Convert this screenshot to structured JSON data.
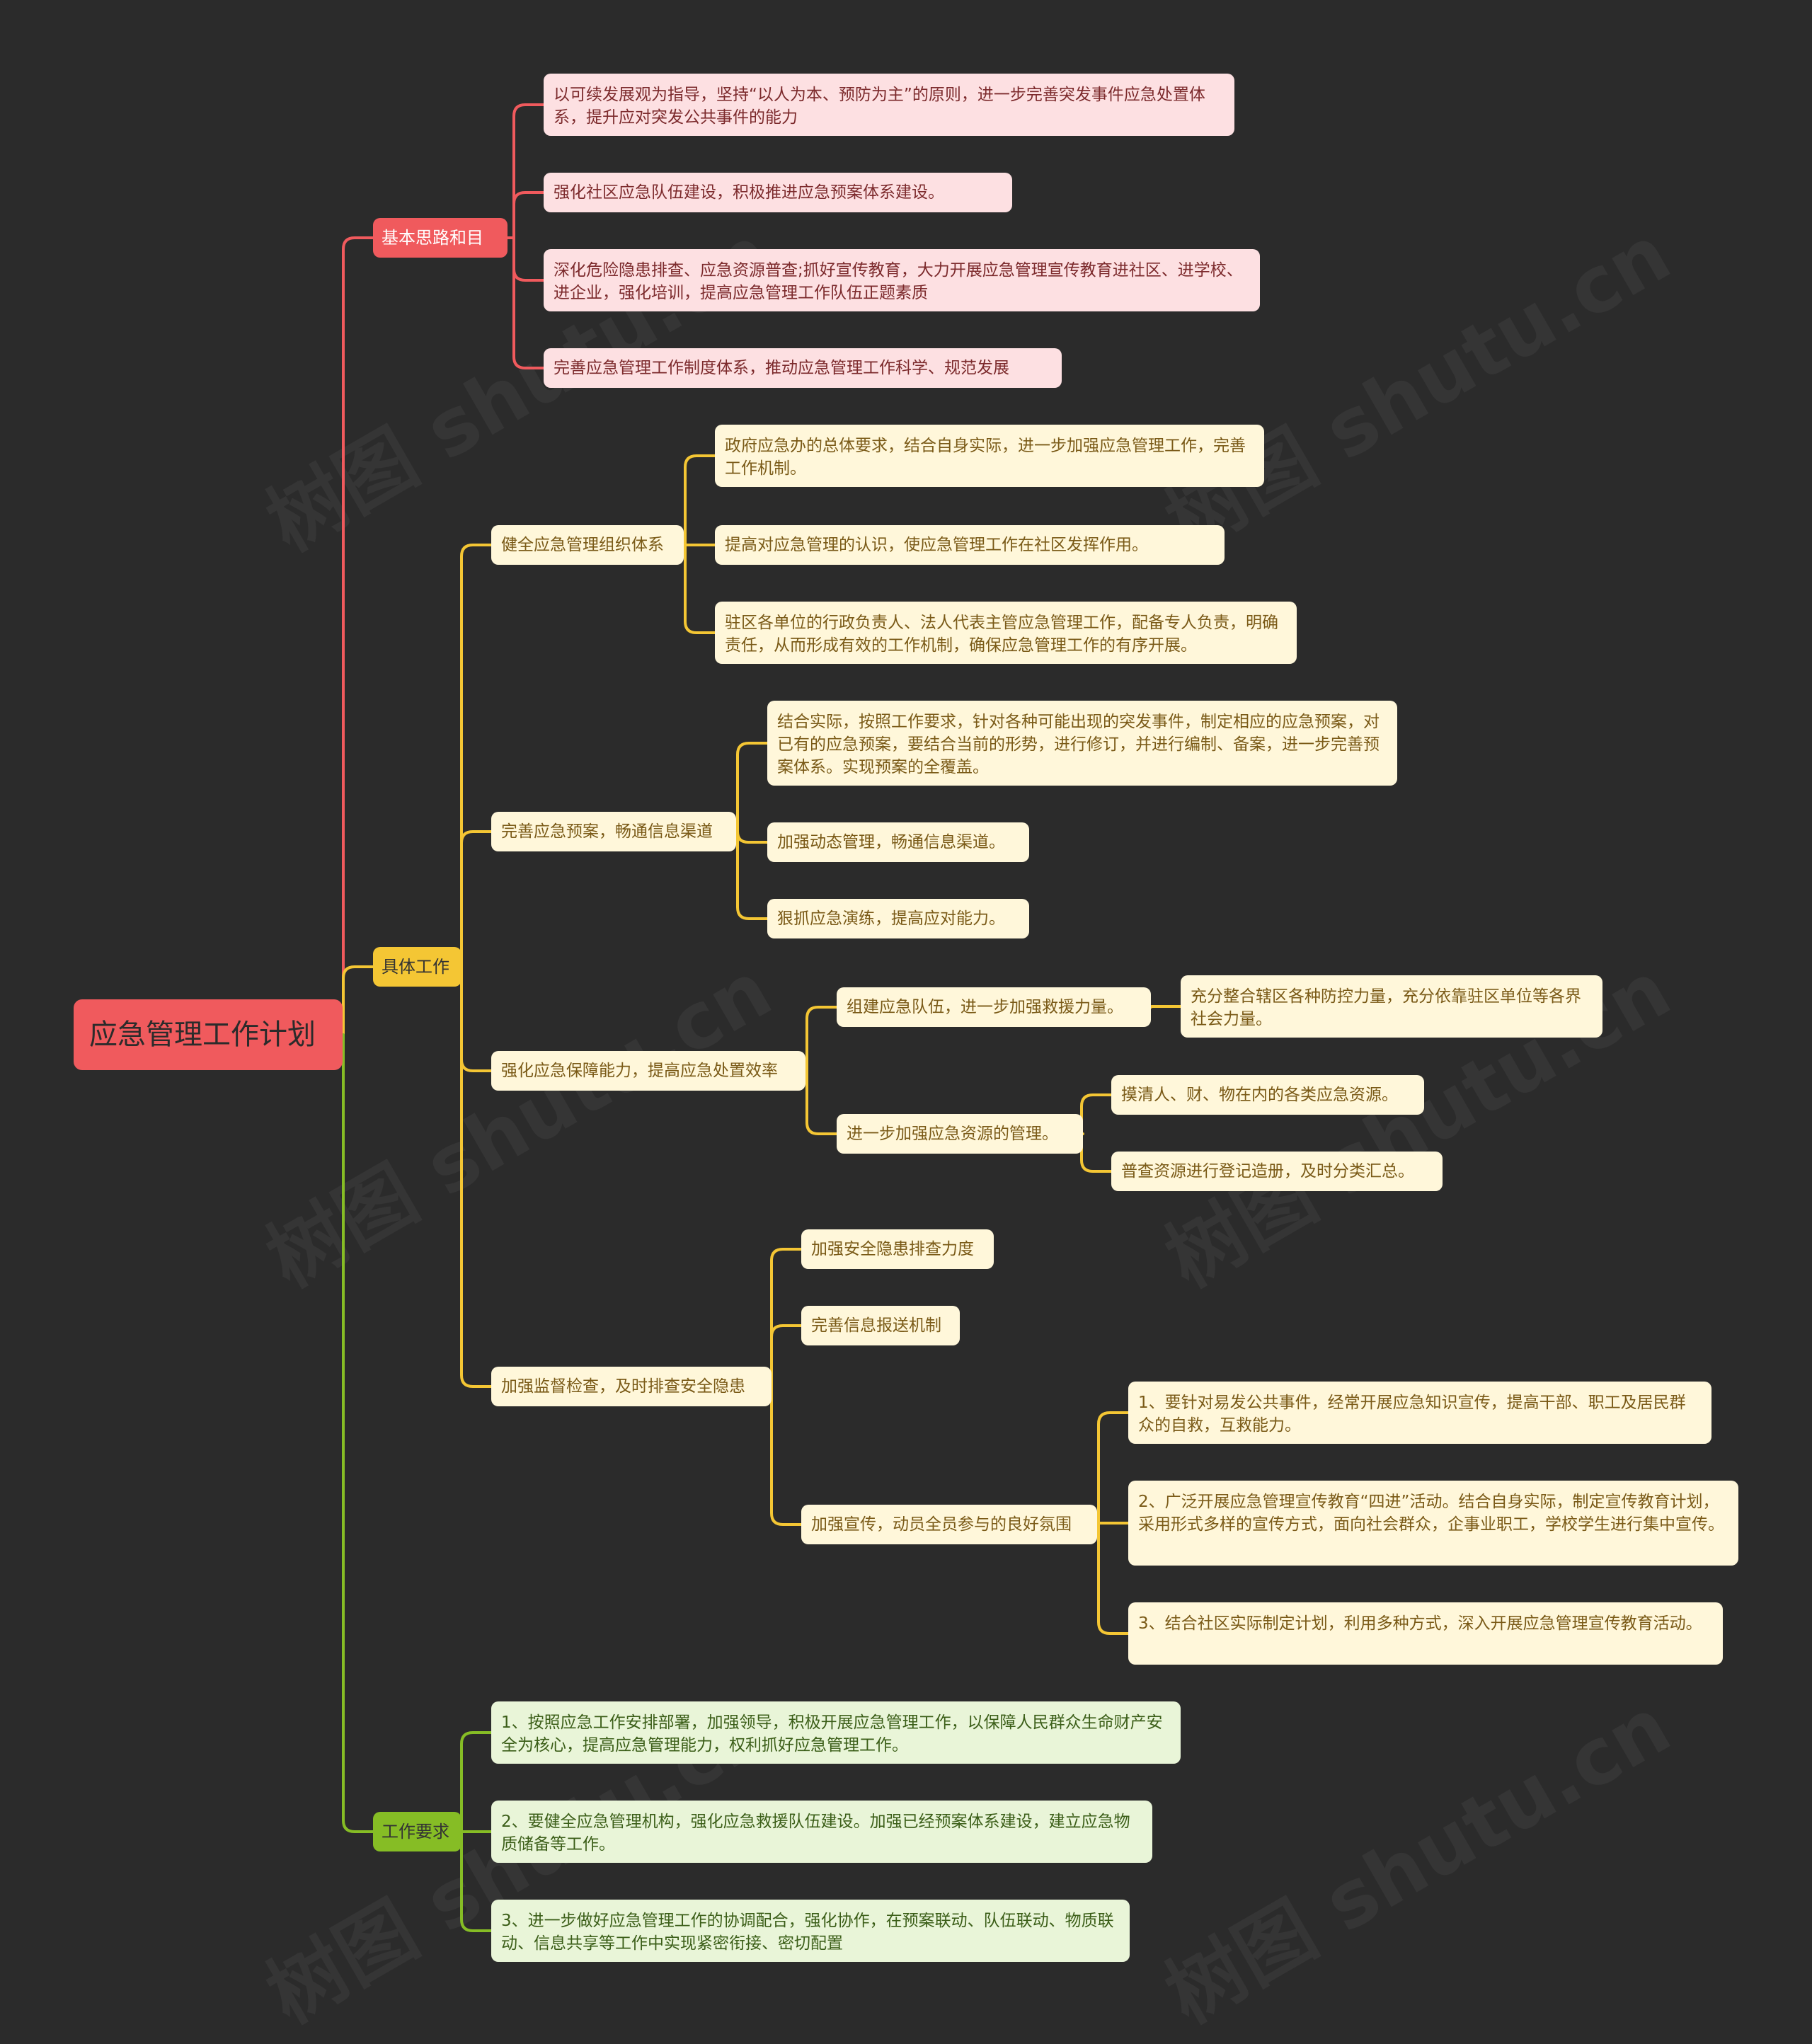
{
  "root": {
    "title": "应急管理工作计划"
  },
  "watermark": "树图 shutu.cn",
  "colors": {
    "background": "#2b2b2b",
    "red": "#f05a5d",
    "yellow": "#f4c634",
    "green": "#86bd25"
  },
  "branch1": {
    "label": "基本思路和目标",
    "items": [
      "以可续发展观为指导，坚持“以人为本、预防为主”的原则，进一步完善突发事件应急处置体系，提升应对突发公共事件的能力",
      "强化社区应急队伍建设，积极推进应急预案体系建设。",
      "深化危险隐患排查、应急资源普查;抓好宣传教育，大力开展应急管理宣传教育进社区、进学校、进企业，强化培训，提高应急管理工作队伍正题素质",
      "完善应急管理工作制度体系，推动应急管理工作科学、规范发展"
    ]
  },
  "branch2": {
    "label": "具体工作",
    "sub1": {
      "label": "健全应急管理组织体系",
      "items": [
        "政府应急办的总体要求，结合自身实际，进一步加强应急管理工作，完善工作机制。",
        "提高对应急管理的认识，使应急管理工作在社区发挥作用。",
        "驻区各单位的行政负责人、法人代表主管应急管理工作，配备专人负责，明确责任，从而形成有效的工作机制，确保应急管理工作的有序开展。"
      ]
    },
    "sub2": {
      "label": "完善应急预案，畅通信息渠道",
      "items": [
        "结合实际，按照工作要求，针对各种可能出现的突发事件，制定相应的应急预案，对已有的应急预案，要结合当前的形势，进行修订，并进行编制、备案，进一步完善预案体系。实现预案的全覆盖。",
        "加强动态管理，畅通信息渠道。",
        "狠抓应急演练，提高应对能力。"
      ]
    },
    "sub3": {
      "label": "强化应急保障能力，提高应急处置效率",
      "a": {
        "label": "组建应急队伍，进一步加强救援力量。",
        "items": [
          "充分整合辖区各种防控力量，充分依靠驻区单位等各界社会力量。"
        ]
      },
      "b": {
        "label": "进一步加强应急资源的管理。",
        "items": [
          "摸清人、财、物在内的各类应急资源。",
          "普查资源进行登记造册，及时分类汇总。"
        ]
      }
    },
    "sub4": {
      "label": "加强监督检查，及时排查安全隐患",
      "items": [
        "加强安全隐患排查力度",
        "完善信息报送机制"
      ],
      "c": {
        "label": "加强宣传，动员全员参与的良好氛围",
        "items": [
          "1、要针对易发公共事件，经常开展应急知识宣传，提高干部、职工及居民群众的自救，互救能力。",
          "2、广泛开展应急管理宣传教育“四进”活动。结合自身实际，制定宣传教育计划，采用形式多样的宣传方式，面向社会群众，企事业职工，学校学生进行集中宣传。",
          "3、结合社区实际制定计划，利用多种方式，深入开展应急管理宣传教育活动。"
        ]
      }
    }
  },
  "branch3": {
    "label": "工作要求",
    "items": [
      "1、按照应急工作安排部署，加强领导，积极开展应急管理工作，以保障人民群众生命财产安全为核心，提高应急管理能力，权利抓好应急管理工作。",
      "2、要健全应急管理机构，强化应急救援队伍建设。加强已经预案体系建设，建立应急物质储备等工作。",
      "3、进一步做好应急管理工作的协调配合，强化协作，在预案联动、队伍联动、物质联动、信息共享等工作中实现紧密衔接、密切配置"
    ]
  }
}
